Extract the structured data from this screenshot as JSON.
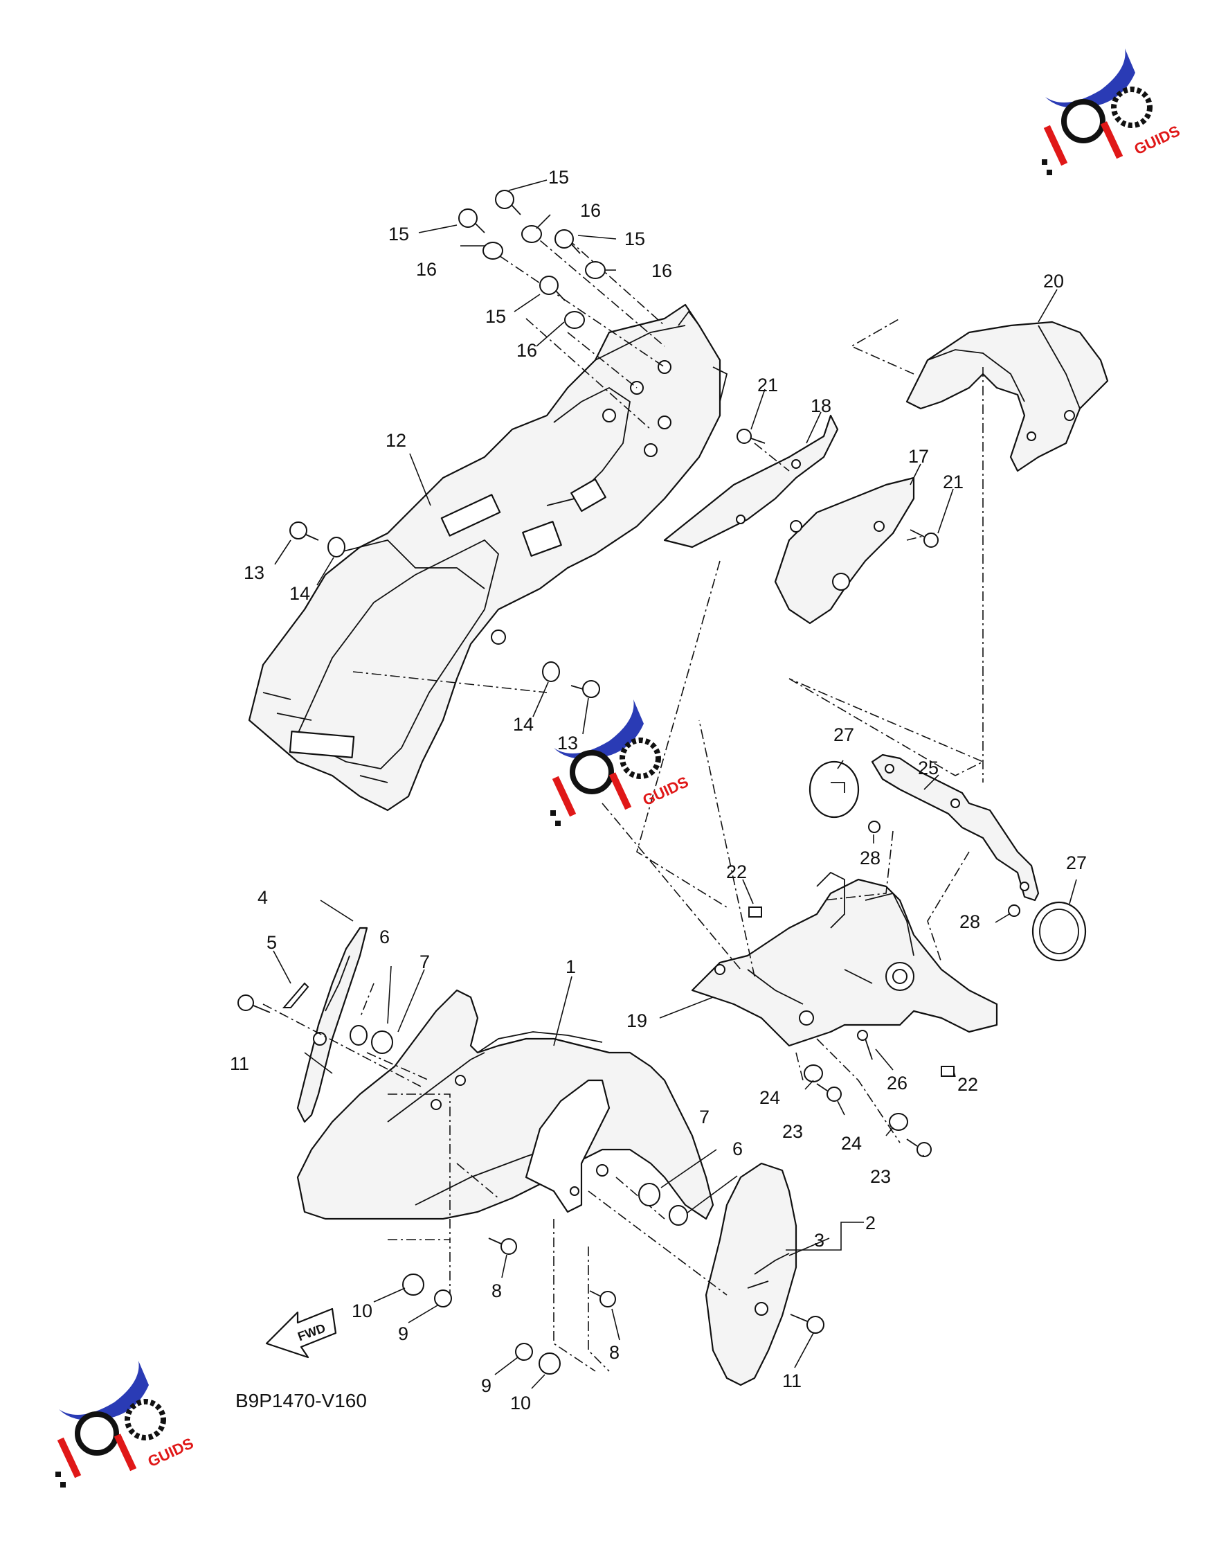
{
  "diagram": {
    "code": "B9P1470-V160",
    "fwd_label": "FWD",
    "logo_text": "GUIDS",
    "colors": {
      "line": "#111111",
      "fill": "#f4f4f4",
      "logo_blue": "#2a3bb5",
      "logo_red": "#e01818"
    },
    "callouts": [
      "1",
      "2",
      "3",
      "4",
      "5",
      "6",
      "6",
      "7",
      "7",
      "8",
      "8",
      "9",
      "9",
      "10",
      "10",
      "11",
      "11",
      "12",
      "13",
      "13",
      "14",
      "14",
      "15",
      "15",
      "15",
      "15",
      "16",
      "16",
      "16",
      "16",
      "17",
      "18",
      "19",
      "20",
      "21",
      "21",
      "22",
      "22",
      "23",
      "23",
      "24",
      "24",
      "25",
      "26",
      "27",
      "27",
      "28",
      "28"
    ]
  }
}
